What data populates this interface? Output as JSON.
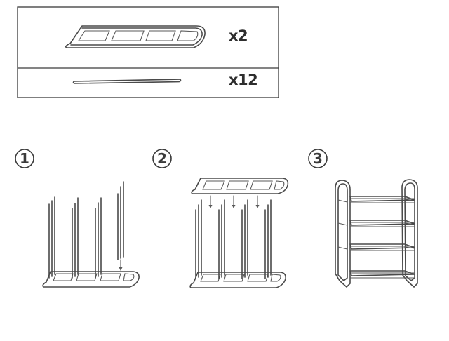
{
  "parts_list": {
    "items": [
      {
        "part": "frame-panel",
        "quantity": "x2"
      },
      {
        "part": "shelf-tube",
        "quantity": "x12"
      }
    ]
  },
  "steps": [
    {
      "number": "1"
    },
    {
      "number": "2"
    },
    {
      "number": "3"
    }
  ],
  "colors": {
    "line": "#4a4a4a",
    "background": "#ffffff"
  }
}
